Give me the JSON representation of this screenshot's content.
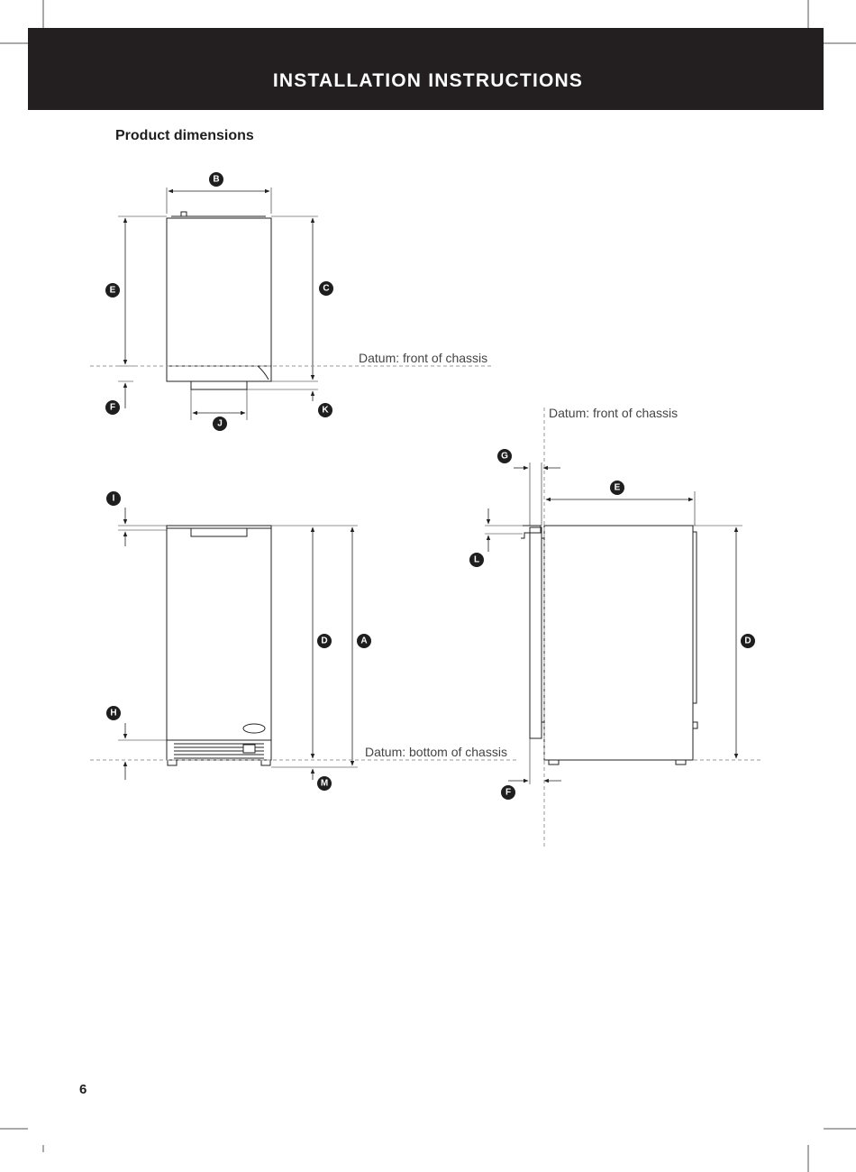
{
  "header": {
    "title": "INSTALLATION INSTRUCTIONS",
    "band_color": "#231f20"
  },
  "section": {
    "title": "Product dimensions"
  },
  "datums": {
    "top_front": "Datum: front of chassis",
    "side_front": "Datum: front of chassis",
    "bottom": "Datum: bottom of chassis"
  },
  "labels": {
    "A": "A",
    "B": "B",
    "C": "C",
    "D": "D",
    "E": "E",
    "F": "F",
    "G": "G",
    "H": "H",
    "I": "I",
    "J": "J",
    "K": "K",
    "L": "L",
    "M": "M"
  },
  "footer": {
    "page_number": "6"
  }
}
